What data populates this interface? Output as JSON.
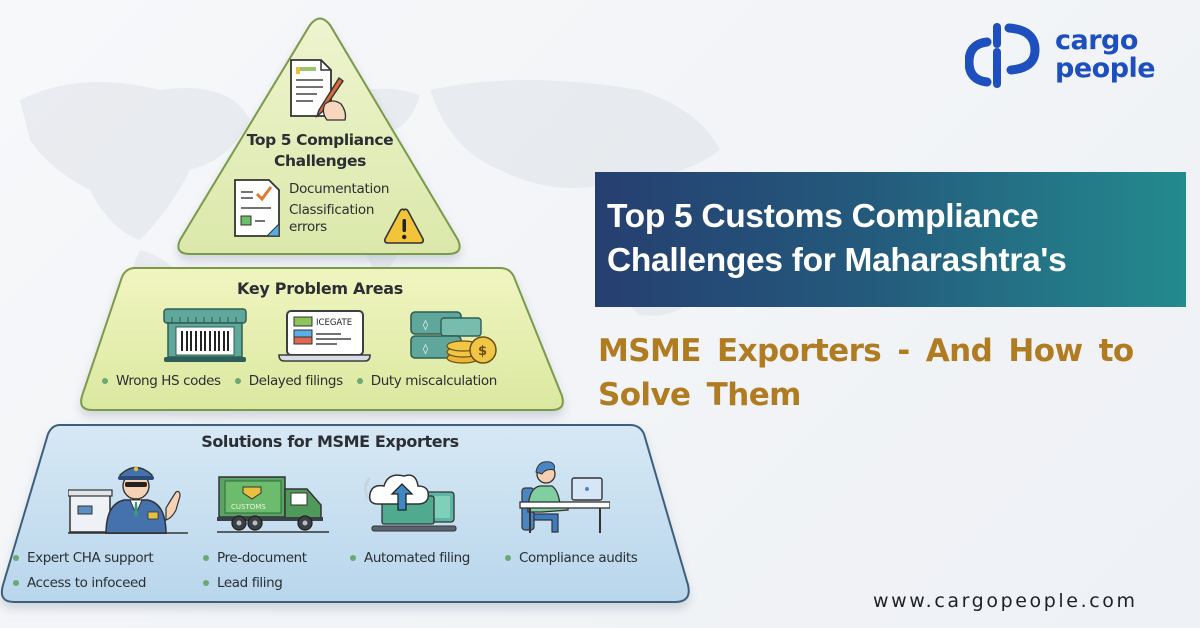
{
  "brand": {
    "name_line1": "cargo",
    "name_line2": "people",
    "website": "www.cargopeople.com",
    "colors": {
      "logo_blue": "#1d4fbf",
      "banner_start": "#253f70",
      "banner_end": "#238a8e",
      "subtitle_gold": "#b07c22",
      "tier_green": "#e3edb8",
      "tier_blue": "#c9e1f1"
    }
  },
  "headline": {
    "line1": "Top 5 Customs Compliance",
    "line2": "Challenges for Maharashtra's"
  },
  "subheadline": {
    "text": "MSME Exporters - And How to Solve Them"
  },
  "pyramid": {
    "top": {
      "title": "Top 5 Compliance Challenges",
      "icons": [
        "document-pen-icon",
        "checklist-icon",
        "warning-icon"
      ],
      "items": [
        "Documentation",
        "Classification errors"
      ]
    },
    "middle": {
      "title": "Key Problem Areas",
      "icons": [
        "barcode-store-icon",
        "icegate-laptop-icon",
        "money-coins-icon"
      ],
      "laptop_label": "ICEGATE",
      "coin_symbol": "$",
      "items": [
        "Wrong HS codes",
        "Delayed filings",
        "Duty miscalculation"
      ]
    },
    "bottom": {
      "title": "Solutions for MSME Exporters",
      "icons": [
        "customs-officer-icon",
        "customs-truck-icon",
        "cloud-upload-icon",
        "person-at-laptop-icon"
      ],
      "truck_label": "CUSTOMS",
      "items_row1": [
        "Expert CHA support",
        "Pre-document",
        "Automated filing",
        "Compliance audits"
      ],
      "items_row2": [
        "Access to infoceed",
        "Lead filing"
      ]
    }
  }
}
